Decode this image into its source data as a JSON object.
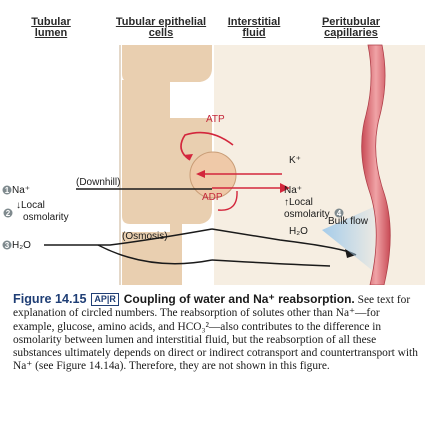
{
  "headers": {
    "lumen": "Tubular lumen",
    "epithelial": "Tubular epithelial cells",
    "interstitial": "Interstitial fluid",
    "peritubular": "Peritubular capillaries"
  },
  "labels": {
    "atp": "ATP",
    "adp": "ADP",
    "k": "K⁺",
    "na_right": "Na⁺",
    "local_osm_right_1": "↑Local",
    "local_osm_right_2": "osmolarity",
    "h2o_right": "H₂O",
    "bulk_flow": "Bulk flow",
    "na_left": "Na⁺",
    "downhill": "(Downhill)",
    "local_osm_left_1": "↓Local",
    "local_osm_left_2": "osmolarity",
    "h2o_left": "H₂O",
    "osmosis": "(Osmosis)"
  },
  "steps": {
    "s1": "1",
    "s2": "2",
    "s3": "3",
    "s4": "4"
  },
  "caption": {
    "title": "Figure 14.15",
    "apr": "AP|R",
    "lead": "Coupling of water and Na⁺ reabsorption.",
    "body": "See text for explanation of circled numbers. The reabsorption of solutes other than Na⁺—for example, glucose, amino acids, and HCO₃²—also contributes to the difference in osmolarity between lumen and interstitial fluid, but the reabsorption of all these substances ultimately depends on direct or indirect cotransport and countertransport with Na⁺ (see Figure 14.14a). Therefore, they are not shown in this figure."
  },
  "colors": {
    "cell_fill": "#e9cfb0",
    "interstitial_fill": "#f5ecdf",
    "capillary": "#d9626a",
    "arrow_red": "#d3263c",
    "step_badge": "#7f8a8e",
    "bulk_flow": "#a5ccea",
    "caption_title": "#1f3e75"
  }
}
